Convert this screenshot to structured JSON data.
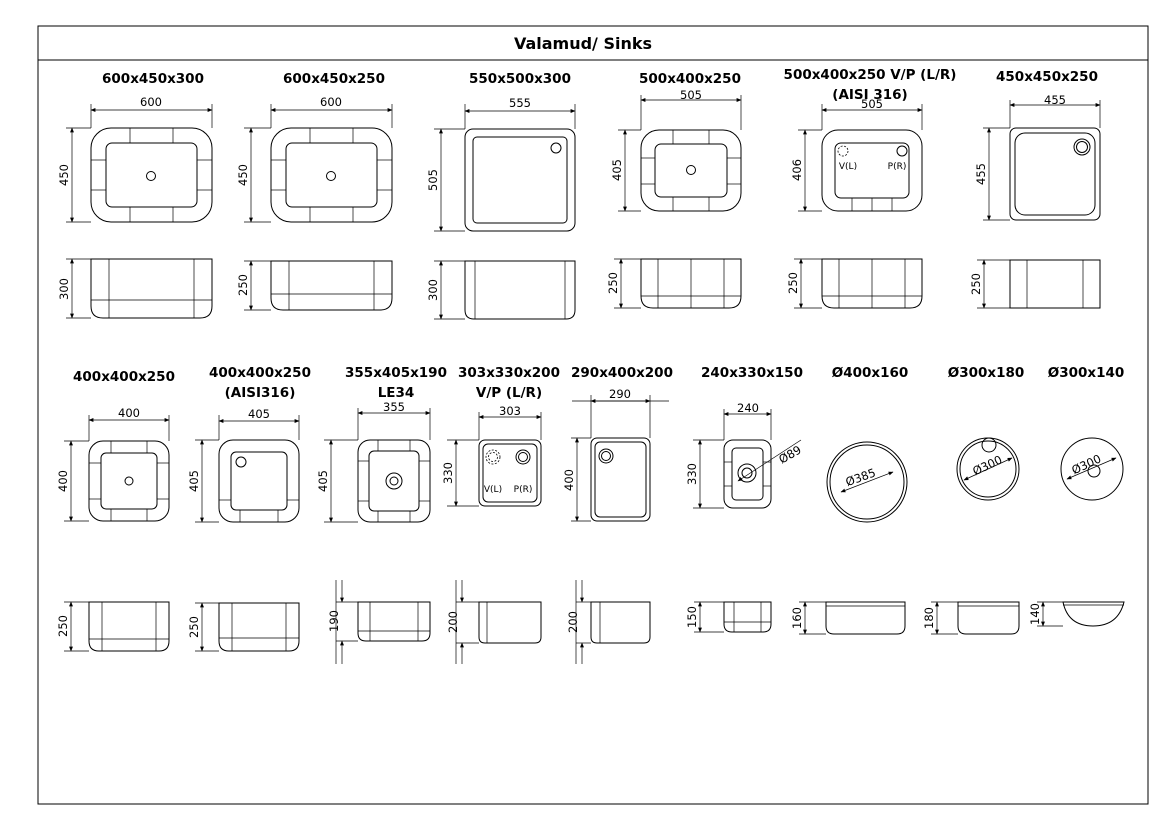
{
  "sheet": {
    "title": "Valamud/ Sinks"
  },
  "row1": [
    {
      "label": "600x450x300",
      "width": "600",
      "length": "450",
      "depth": "300"
    },
    {
      "label": "600x450x250",
      "width": "600",
      "length": "450",
      "depth": "250"
    },
    {
      "label": "550x500x300",
      "width": "555",
      "length": "505",
      "depth": "300"
    },
    {
      "label": "500x400x250",
      "width": "505",
      "length": "405",
      "depth": "250"
    },
    {
      "label": "500x400x250 V/P (L/R)",
      "sublabel": "(AISI 316)",
      "width": "505",
      "length": "406",
      "depth": "250",
      "left_tag": "V(L)",
      "right_tag": "P(R)"
    },
    {
      "label": "450x450x250",
      "width": "455",
      "length": "455",
      "depth": "250"
    }
  ],
  "row2": [
    {
      "label": "400x400x250",
      "width": "400",
      "length": "400",
      "depth": "250"
    },
    {
      "label": "400x400x250",
      "sublabel": "(AISI316)",
      "width": "405",
      "length": "405",
      "depth": "250"
    },
    {
      "label": "355x405x190",
      "sublabel": "LE34",
      "width": "355",
      "length": "405",
      "depth": "190"
    },
    {
      "label": "303x330x200",
      "sublabel": "V/P (L/R)",
      "width": "303",
      "length": "330",
      "depth": "200",
      "left_tag": "V(L)",
      "right_tag": "P(R)"
    },
    {
      "label": "290x400x200",
      "width": "290",
      "length": "400",
      "depth": "200"
    },
    {
      "label": "240x330x150",
      "width": "240",
      "length": "330",
      "depth": "150",
      "drain": "Ø89"
    },
    {
      "label": "Ø400x160",
      "diameter": "Ø385",
      "depth": "160"
    },
    {
      "label": "Ø300x180",
      "diameter": "Ø300",
      "depth": "180"
    },
    {
      "label": "Ø300x140",
      "diameter": "Ø300",
      "depth": "140"
    }
  ]
}
